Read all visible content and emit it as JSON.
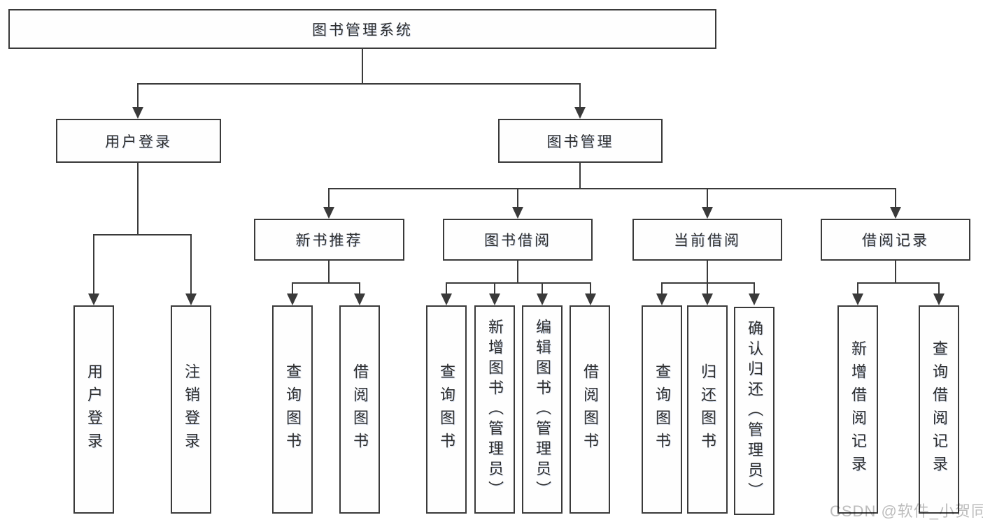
{
  "diagram": {
    "title": "图书管理系统",
    "type": "hierarchy-tree",
    "colors": {
      "line": "#3a3a3a",
      "box_border": "#3a3a3a",
      "box_fill": "#fefefe",
      "text": "#2f2f2f",
      "watermark": "#bdbdbd",
      "background": "#ffffff"
    },
    "root": {
      "label": "图书管理系统"
    },
    "level2": [
      {
        "label": "用户登录",
        "children": [
          "用户登录",
          "注销登录"
        ]
      },
      {
        "label": "图书管理"
      }
    ],
    "level3": [
      {
        "label": "新书推荐",
        "parent": "图书管理",
        "children": [
          "查询图书",
          "借阅图书"
        ]
      },
      {
        "label": "图书借阅",
        "parent": "图书管理",
        "children": [
          "查询图书",
          "新增图书（管理员）",
          "编辑图书（管理员）",
          "借阅图书"
        ]
      },
      {
        "label": "当前借阅",
        "parent": "图书管理",
        "children": [
          "查询图书",
          "归还图书",
          "确认归还（管理员）"
        ]
      },
      {
        "label": "借阅记录",
        "parent": "图书管理",
        "children": [
          "新增借阅记录",
          "查询借阅记录"
        ]
      }
    ],
    "watermark": "CSDN @软件_小贺同学"
  }
}
